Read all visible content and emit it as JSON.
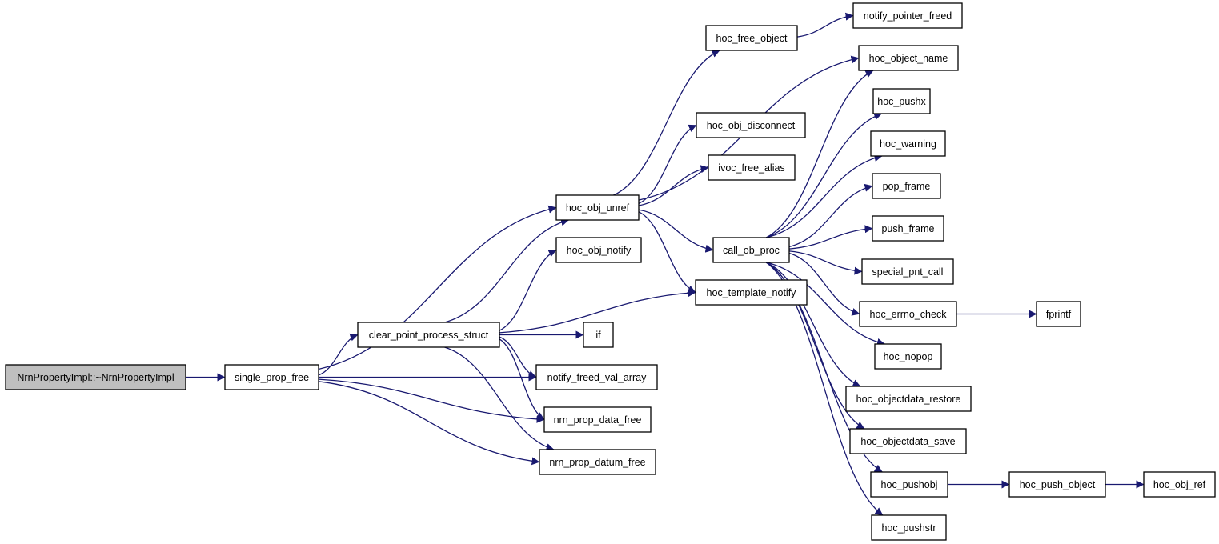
{
  "graph": {
    "title": "",
    "nodes": [
      {
        "id": "n0",
        "label": "NrnPropertyImpl::~NrnPropertyImpl",
        "highlighted": true
      },
      {
        "id": "n1",
        "label": "single_prop_free"
      },
      {
        "id": "n2",
        "label": "clear_point_process_struct"
      },
      {
        "id": "n3",
        "label": "hoc_obj_unref"
      },
      {
        "id": "n4",
        "label": "hoc_obj_notify"
      },
      {
        "id": "n5",
        "label": "if"
      },
      {
        "id": "n6",
        "label": "notify_freed_val_array"
      },
      {
        "id": "n7",
        "label": "nrn_prop_data_free"
      },
      {
        "id": "n8",
        "label": "nrn_prop_datum_free"
      },
      {
        "id": "n9",
        "label": "hoc_template_notify"
      },
      {
        "id": "n10",
        "label": "hoc_free_object"
      },
      {
        "id": "n11",
        "label": "notify_pointer_freed"
      },
      {
        "id": "n12",
        "label": "hoc_obj_disconnect"
      },
      {
        "id": "n13",
        "label": "ivoc_free_alias"
      },
      {
        "id": "n14",
        "label": "call_ob_proc"
      },
      {
        "id": "n15",
        "label": "hoc_object_name"
      },
      {
        "id": "n16",
        "label": "hoc_pushx"
      },
      {
        "id": "n17",
        "label": "hoc_warning"
      },
      {
        "id": "n18",
        "label": "pop_frame"
      },
      {
        "id": "n19",
        "label": "push_frame"
      },
      {
        "id": "n20",
        "label": "special_pnt_call"
      },
      {
        "id": "n21",
        "label": "hoc_errno_check"
      },
      {
        "id": "n22",
        "label": "fprintf"
      },
      {
        "id": "n23",
        "label": "hoc_nopop"
      },
      {
        "id": "n24",
        "label": "hoc_objectdata_restore"
      },
      {
        "id": "n25",
        "label": "hoc_objectdata_save"
      },
      {
        "id": "n26",
        "label": "hoc_pushobj"
      },
      {
        "id": "n27",
        "label": "hoc_push_object"
      },
      {
        "id": "n28",
        "label": "hoc_obj_ref"
      },
      {
        "id": "n29",
        "label": "hoc_pushstr"
      }
    ],
    "edges": [
      [
        "n0",
        "n1"
      ],
      [
        "n1",
        "n3"
      ],
      [
        "n1",
        "n2"
      ],
      [
        "n1",
        "n6"
      ],
      [
        "n1",
        "n7"
      ],
      [
        "n1",
        "n8"
      ],
      [
        "n2",
        "n3"
      ],
      [
        "n2",
        "n4"
      ],
      [
        "n2",
        "n9"
      ],
      [
        "n2",
        "n5"
      ],
      [
        "n2",
        "n6"
      ],
      [
        "n2",
        "n7"
      ],
      [
        "n2",
        "n8"
      ],
      [
        "n3",
        "n10"
      ],
      [
        "n3",
        "n12"
      ],
      [
        "n3",
        "n13"
      ],
      [
        "n3",
        "n15"
      ],
      [
        "n3",
        "n14"
      ],
      [
        "n3",
        "n9"
      ],
      [
        "n10",
        "n11"
      ],
      [
        "n14",
        "n15"
      ],
      [
        "n14",
        "n16"
      ],
      [
        "n14",
        "n17"
      ],
      [
        "n14",
        "n18"
      ],
      [
        "n14",
        "n19"
      ],
      [
        "n14",
        "n20"
      ],
      [
        "n14",
        "n21"
      ],
      [
        "n14",
        "n23"
      ],
      [
        "n14",
        "n24"
      ],
      [
        "n14",
        "n25"
      ],
      [
        "n14",
        "n26"
      ],
      [
        "n14",
        "n29"
      ],
      [
        "n21",
        "n22"
      ],
      [
        "n26",
        "n27"
      ],
      [
        "n27",
        "n28"
      ]
    ],
    "colors": {
      "edge": "#191970",
      "root_fill": "#bfbfbf",
      "node_fill": "#ffffff",
      "border": "#000000"
    }
  }
}
